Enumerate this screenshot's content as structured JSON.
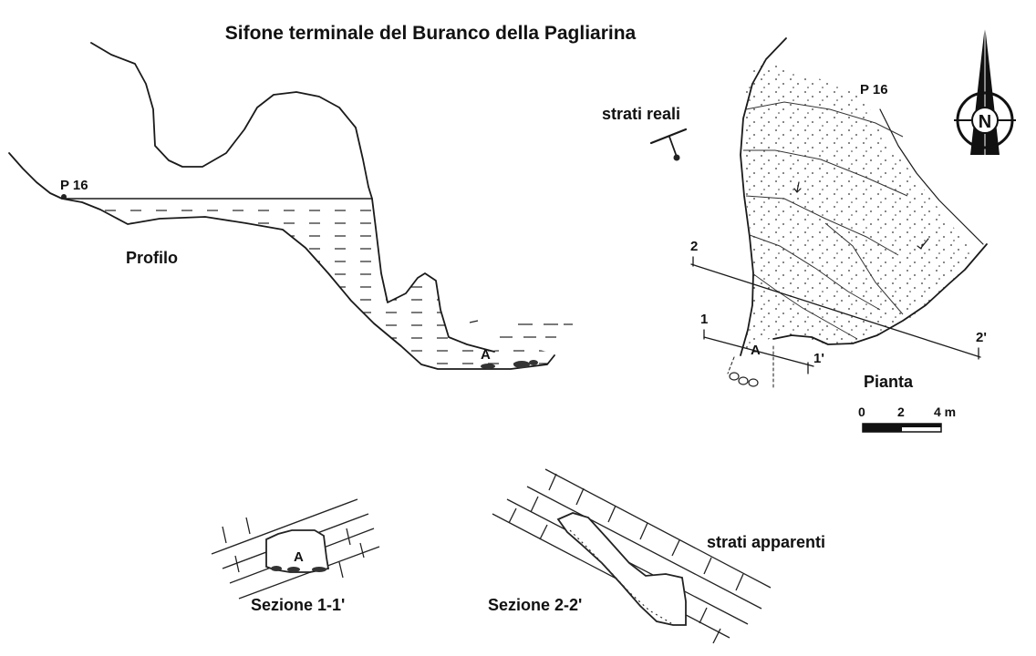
{
  "title": "Sifone terminale del Buranco della Pagliarina",
  "profile": {
    "label": "Profilo",
    "station": "P 16",
    "point": "A"
  },
  "plan": {
    "label": "Pianta",
    "station": "P 16",
    "point": "A",
    "section_marks": [
      "1",
      "1'",
      "2",
      "2'"
    ]
  },
  "legend": {
    "real_strata": "strati reali",
    "apparent_strata": "strati apparenti"
  },
  "north_arrow": {
    "letter": "N",
    "icon": "north-arrow-icon"
  },
  "scale_bar": {
    "ticks": [
      "0",
      "2",
      "4 m"
    ]
  },
  "section_1": {
    "label": "Sezione 1-1'",
    "point": "A"
  },
  "section_2": {
    "label": "Sezione 2-2'"
  },
  "colors": {
    "ink": "#1a1a1a",
    "paper": "#ffffff"
  }
}
